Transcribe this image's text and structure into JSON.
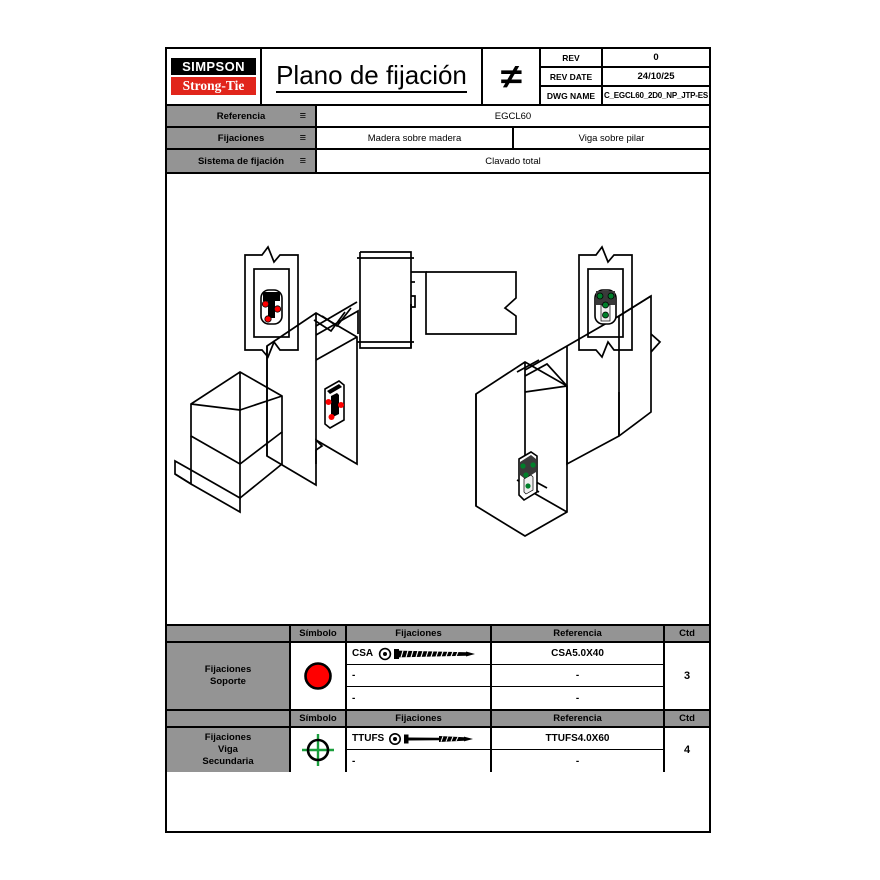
{
  "titleblock": {
    "logo_top": "SIMPSON",
    "logo_bottom": "Strong-Tie",
    "title": "Plano de fijación",
    "symbol_icon": "not-equal-icon",
    "symbol_glyph": "≠",
    "rev_label": "REV",
    "rev_value": "0",
    "rev_date_label": "REV DATE",
    "rev_date_value": "24/10/25",
    "dwg_name_label": "DWG NAME",
    "dwg_name_value": "C_EGCL60_2D0_NP_JTP-ES"
  },
  "specs": [
    {
      "label": "Referencia",
      "eq": "≡",
      "values": [
        "EGCL60"
      ]
    },
    {
      "label": "Fijaciones",
      "eq": "≡",
      "values": [
        "Madera sobre madera",
        "Viga sobre pilar"
      ]
    },
    {
      "label": "Sistema de fijación",
      "eq": "≡",
      "values": [
        "Clavado total"
      ]
    }
  ],
  "fastener_tables": [
    {
      "name": "Fijaciones\nSoporte",
      "name_lines": [
        "Fijaciones",
        "Soporte"
      ],
      "symbol_icon": "red-filled-circle-icon",
      "symbol_color": "#ff0000",
      "headers": {
        "simbolo": "Símbolo",
        "fijaciones": "Fijaciones",
        "referencia": "Referencia",
        "ctd": "Ctd"
      },
      "ctd": "3",
      "rows": [
        {
          "code": "CSA",
          "screw_icon": "full-thread-screw-icon",
          "reference": "CSA5.0X40"
        },
        {
          "code": "-",
          "screw_icon": "",
          "reference": "-"
        },
        {
          "code": "-",
          "screw_icon": "",
          "reference": "-"
        }
      ]
    },
    {
      "name": "Fijaciones Viga Secundaria",
      "name_lines": [
        "Fijaciones",
        "Viga",
        "Secundaria"
      ],
      "symbol_icon": "green-crosshair-circle-icon",
      "symbol_color": "#009933",
      "headers": {
        "simbolo": "Símbolo",
        "fijaciones": "Fijaciones",
        "referencia": "Referencia",
        "ctd": "Ctd"
      },
      "ctd": "4",
      "rows": [
        {
          "code": "TTUFS",
          "screw_icon": "partial-thread-screw-icon",
          "reference": "TTUFS4.0X60"
        },
        {
          "code": "-",
          "screw_icon": "",
          "reference": "-"
        }
      ]
    }
  ],
  "drawings": {
    "view_front_left": {
      "name": "front-elevation-view",
      "fastener_marks": "red",
      "mark_color": "#ff0000"
    },
    "view_section_middle": {
      "name": "section-side-view"
    },
    "view_front_right": {
      "name": "rear-elevation-view",
      "fastener_marks": "green",
      "mark_color": "#007f2a"
    },
    "view_iso_left": {
      "name": "isometric-view-beam-to-column-support",
      "mark_color": "#ff0000"
    },
    "view_iso_right": {
      "name": "isometric-view-secondary-beam",
      "mark_color": "#007f2a"
    }
  }
}
